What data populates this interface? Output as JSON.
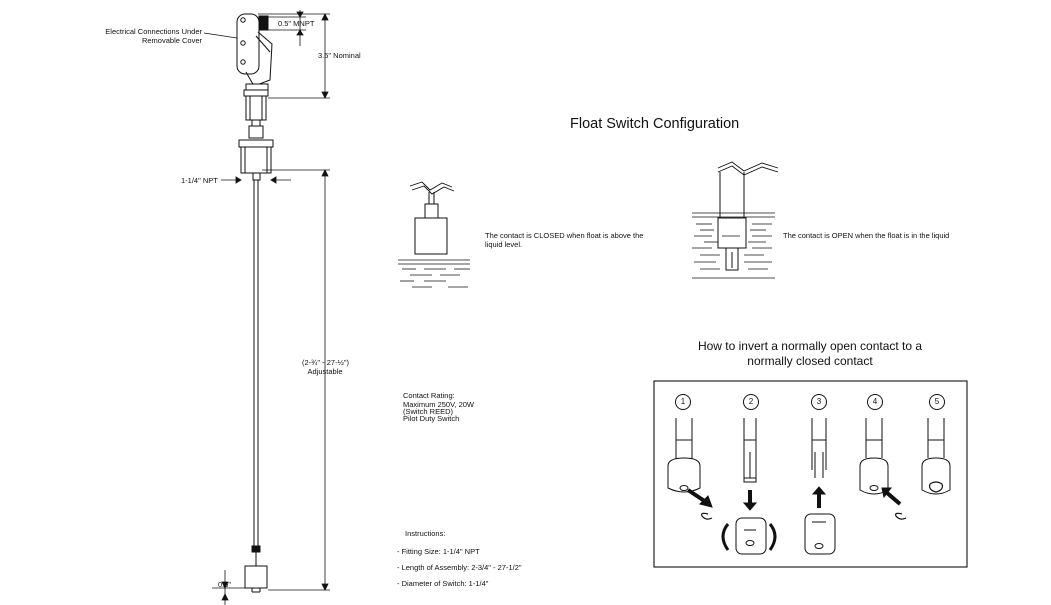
{
  "labels": {
    "electrical_connections": [
      "Electrical Connections Under",
      "Removable Cover"
    ],
    "mnpt": "0.5\" MNPT",
    "nominal": "3.5\" Nominal",
    "npt": "1-1/4\" NPT",
    "adjustable_range": "(2-¾\" - 27-½\")",
    "adjustable": "Adjustable",
    "bottom_dim": "0.5\""
  },
  "config": {
    "title": "Float Switch Configuration",
    "closed_text": [
      "The contact is CLOSED when float is above the",
      "liquid level."
    ],
    "open_text": "The contact is OPEN when the float is in the liquid"
  },
  "contact_rating": {
    "lines": [
      "Contact Rating:",
      "Maximum 250V, 20W",
      "(Switch REED)",
      "Pilot Duty Switch"
    ]
  },
  "instructions": {
    "heading": "Instructions:",
    "items": [
      "- Fitting Size: 1-1/4\" NPT",
      "- Length of Assembly: 2-3/4\" - 27-1/2\"",
      "- Diameter of Switch: 1-1/4\""
    ]
  },
  "invert": {
    "title_lines": [
      "How to invert a normally open contact to a",
      "normally closed contact"
    ],
    "steps": [
      "1",
      "2",
      "3",
      "4",
      "5"
    ]
  }
}
